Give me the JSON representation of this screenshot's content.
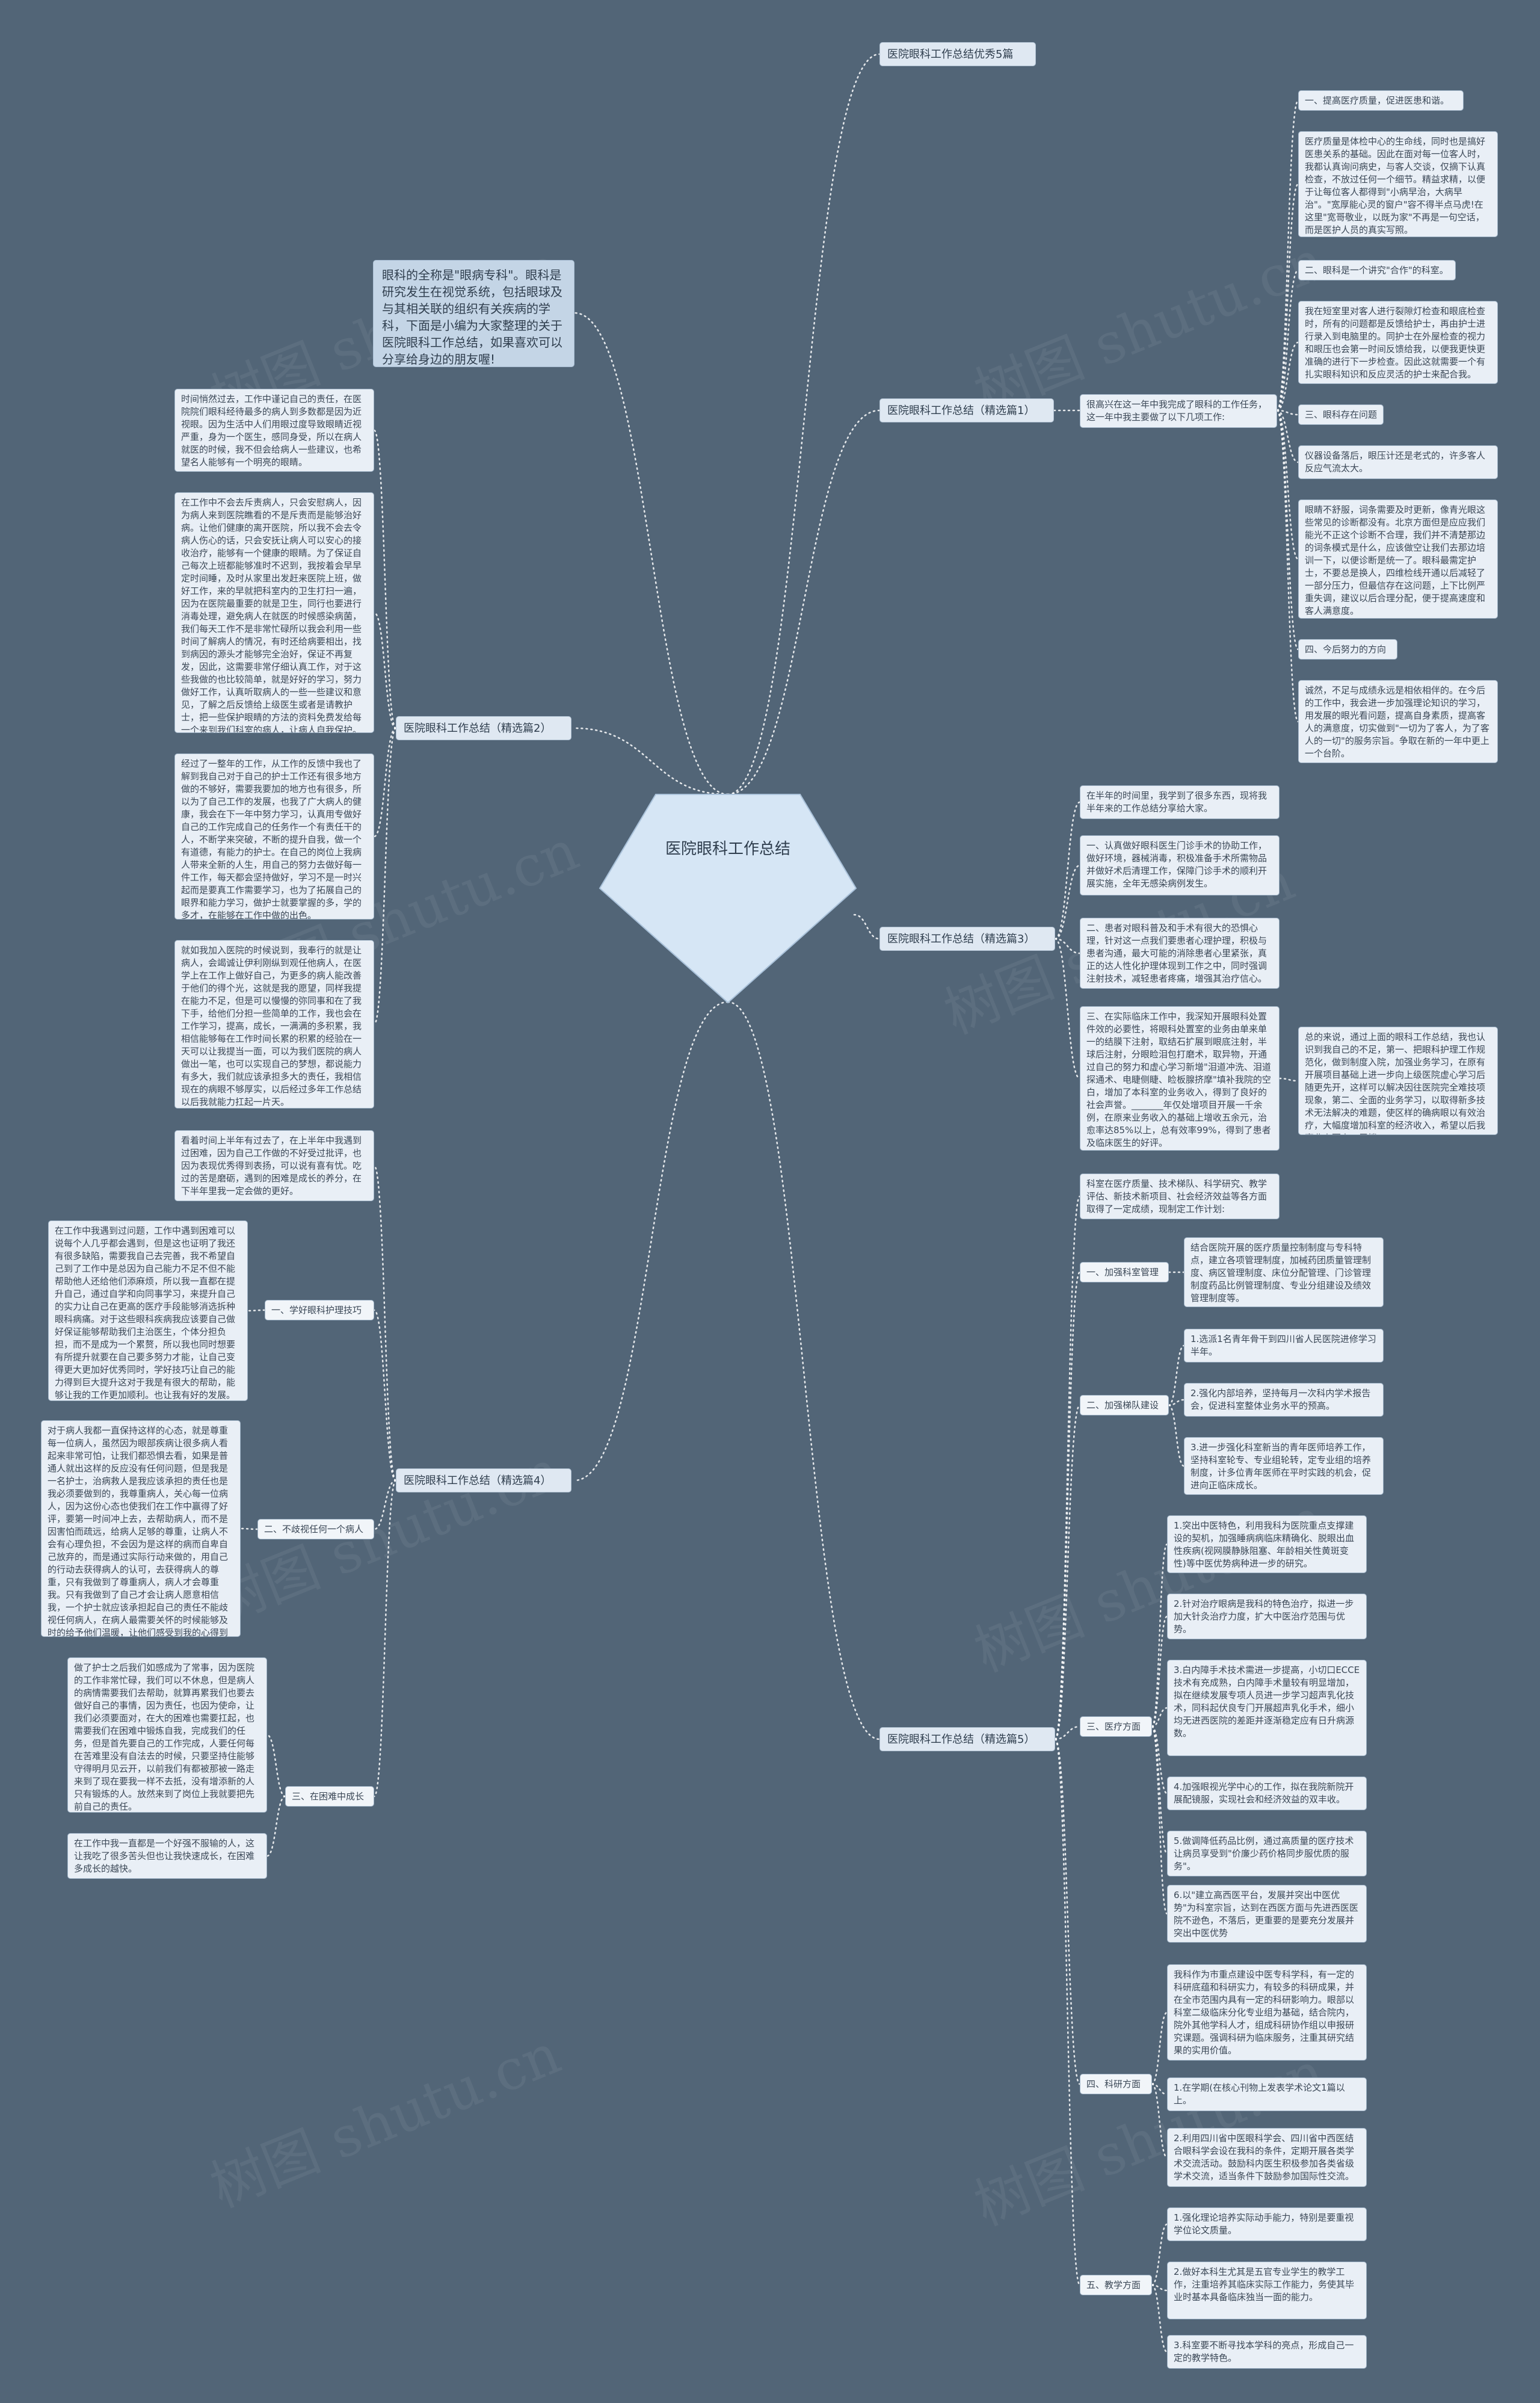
{
  "center": "医院眼科工作总结",
  "intro": "眼科的全称是\"眼病专科\"。眼科是研究发生在视觉系统，包括眼球及与其相关联的组织有关疾病的学科，下面是小编为大家整理的关于医院眼科工作总结，如果喜欢可以分享给身边的朋友喔!",
  "watermark": "树图 shutu.cn",
  "sections": [
    {
      "label": "医院眼科工作总结优秀5篇"
    },
    {
      "label": "医院眼科工作总结（精选篇1）"
    },
    {
      "label": "医院眼科工作总结（精选篇2）"
    },
    {
      "label": "医院眼科工作总结（精选篇3）"
    },
    {
      "label": "医院眼科工作总结（精选篇4）"
    },
    {
      "label": "医院眼科工作总结（精选篇5）"
    }
  ],
  "p1": {
    "intro": "很高兴在这一年中我完成了眼科的工作任务，这一年中我主要做了以下几项工作:",
    "items": [
      "一、提高医疗质量，促进医患和谐。",
      "医疗质量是体检中心的生命线，同时也是搞好医患关系的基础。因此在面对每一位客人时，我都认真询问病史，与客人交谈，仅摘下认真检查，不放过任何一个细节。精益求精，以便于让每位客人都得到\"小病早治，大病早治\"。\"宽厚能心灵的窗户\"容不得半点马虎!在这里\"宽哥敬业，以既为家\"不再是一句空话，而是医护人员的真实写照。",
      "二、眼科是一个讲究\"合作\"的科室。",
      "我在短室里对客人进行裂隙灯检查和眼底检查时，所有的问题都是反馈给护士，再由护士进行录入到电脑里的。同护士在外屋检查的视力和眼压也会第一时间反馈给我，以便我更快更准确的进行下一步检查。因此这就需要一个有扎实眼科知识和反应灵活的护士来配合我。",
      "三、眼科存在问题",
      "仪器设备落后，眼压计还是老式的，许多客人反应气流太大。",
      "眼睛不舒服，词条需要及时更新，像青光眼这些常见的诊断都没有。北京方面但是应应我们能光不正这个诊断不合理，我们并不清楚那边的词条模式是什么，应该做空让我们去那边培训一下，以便诊断是统一了。眼科最需定护士，不要总是换人，四维检线开通以后减轻了一部分压力，但最信存在这问题，上下比例严重失调，建议以后合理分配，便于提高速度和客人满意度。",
      "四、今后努力的方向",
      "诚然，不足与成绩永远是相依相伴的。在今后的工作中，我会进一步加强理论知识的学习，用发展的眼光看问题，提高自身素质，提高客人的满意度，切实做到\"一切为了客人，为了客人的一切\"的服务宗旨。争取在新的一年中更上一个台阶。"
    ]
  },
  "p2": {
    "items": [
      "时间悄然过去，工作中谨记自己的责任，在医院院们眼科经待最多的病人到多数都是因为近视眼。因为生活中人们用眼过度导致眼睛近视严重，身为一个医生，感同身受，所以在病人就医的时候，我不但会给病人一些建议，也希望名人能够有一个明亮的眼睛。",
      "在工作中不会去斥责病人，只会安慰病人，因为病人来到医院瞧看的不是斥责而是能够治好病。让他们健康的离开医院，所以我不会去令病人伤心的话，只会安抚让病人可以安心的接收治疗，能够有一个健康的眼睛。为了保证自己每次上班都能够准时不迟到，我按着会早早定时间睡，及时从家里出发赶来医院上班，做好工作，来的早就把科室内的卫生打扫一遍，因为在医院最重要的就是卫生，同行也要进行消毒处理，避免病人在就医的时候感染病菌，我们每天工作不是非常忙碌所以我会利用一些时间了解病人的情况，有时还给病要相出，找到病因的源头才能够完全治好，保证不再复发，因此，这需要非常仔细认真工作，对于这些我做的也比较简单，就是好好的学习，努力做好工作，认真听取病人的一些一些建议和意见，了解之后反馈给上级医生或者是请教护士，把一些保护眼睛的方法的资料免费发给每一个来到我们科室的病人，让病人自我保护。",
      "经过了一整年的工作，从工作的反馈中我也了解到我自己对于自己的护士工作还有很多地方做的不够好，需要我要加的地方也有很多，所以为了自己工作的发展，也我了广大病人的健康，我会在下一年中努力学习，认真用专做好自己的工作完成自己的任务作一个有责任干的人，不断学来突破，不断的提升自我，做一个有道德，有能力的护士。在自己的岗位上我病人带来全新的人生，用自己的努力去做好每一件工作，每天都会坚持做好，学习不是一时兴起而是要真工作需要学习，也为了拓展自己的眼界和能力学习，做护士就要掌握的多，学的多才，在能够在工作中做的出色。",
      "就如我加入医院的时候说到，我奉行的就是让病人，会竭诚让伊利刚纵到观任他病人，在医学上在工作上做好自己，为更多的病人能改善于他们的得个光，这就是我的愿望，同样我提在能力不足，但是可以慢慢的弥同事和在了我下手，给他们分担一些简单的工作，我也会在工作学习，提高，成长，一满满的多积累，我相信能够每在工作时间长累的积累的经验在一天可以让我提当一面，可以为我们医院的病人做出一笔，也可以实现自己的梦想，都说能力有多大，我们就应该承担多大的责任，我相信现在的病眼不够厚实，以后经过多年工作总结以后我就能力扛起一片天。"
    ]
  },
  "p3": {
    "items": [
      "在半年的时间里，我学到了很多东西，现将我半年来的工作总结分享给大家。",
      "一、认真做好眼科医生门诊手术的协助工作，做好环境，器械消毒，积极准备手术所需物品并做好术后清理工作，保障门诊手术的顺利开展实施，全年无感染病例发生。",
      "二、患者对眼科普及和手术有很大的恐惧心理，针对这一点我们要患者心理护理，积极与患者沟通，最大可能的消除患者心里紧张，真正的达人性化护理体现到工作之中，同时强调注射技术，减轻患者疼痛，增强其治疗信心。",
      "三、在实际临床工作中，我深知开展眼科处置件效的必要性，将眼科处置室的业务由单来单一的结膜下注射，取结石扩展到眼底注射，半球后注射，分眼睑泪包打磨术，取异物，开通过自己的努力和虚心学习新增\"泪道冲洗、泪道探通术、电睫侧睫、睑板腺挤摩\"填补我院的空白，增加了本科室的业务收入，得到了良好的社会声誉。_______年仅处增项目开展一千余例，在原来业务收入的基础上增收五余元，治愈率达85%以上，总有效率99%，得到了患者及临床医生的好评。",
      "总的来说，通过上面的眼科工作总结，我也认识到我自己的不足，第一、把眼科护理工作规范化，做到制度入院，加强业务学习，在原有开展项目基础上进一步向上级医院虚心学习后随更先开，这样可以解决因往医院完全难技项现象，第二、全面的业务学习，以取得新多技术无法解决的难题，使区样的确病眼以有效治疗，大幅度增加科室的经济收入，希望以后我事业上更上一层楼。"
    ]
  },
  "p4": {
    "lead": "看着时间上半年有过去了，在上半年中我遇到过困难，因为自己工作做的不好受过批评，也因为表现优秀得到表扬，可以说有喜有忧。吃过的苦是磨砺，遇到的困难是成长的养分，在下半年里我一定会做的更好。",
    "subs": [
      {
        "label": "一、学好眼科护理技巧",
        "text": "在工作中我遇到过问题，工作中遇到困难可以说每个人几乎都会遇到，但是这也证明了我还有很多缺陷，需要我自己去完善，我不希望自己到了工作中是总因为自己能力不足不但不能帮助他人还给他们添麻烦，所以我一直都在提升自己，通过自学和向同事学习，来提升自己的实力让自己在更高的医疗手段能够消选拆种眼科病痛。对于这些眼科疾病我应该要自己做好保证能够帮助我们主治医生，个体分担负担，而不是成为一个累赘，所以我也同时想要有所提升就要在自己要多努力才能，让自己变得更大更加好优秀同时，学好技巧让自己的能力得到巨大提升这对于我是有很大的帮助，能够让我的工作更加顺利。也让我有好的发展。"
      },
      {
        "label": "二、不歧视任何一个病人",
        "text": "对于病人我都一直保持这样的心态，就是尊重每一位病人，虽然因为眼部疾病让很多病人看起来非常可怕，让我们都恐惧去看，如果是普通人就出这样的反应没有任何问题，但是我是一名护士，治病救人是我应该承担的责任也是我必须要做到的，我尊重病人，关心每一位病人，因为这份心态也使我们在工作中赢得了好评，要第一时间冲上去，去帮助病人，而不是因害怕而疏远，给病人足够的尊重，让病人不会有心理负担，不会因为是这样的病而自卑自己放弃的，而是通过实际行动来做的，用自己的行动去获得病人的认可，去获得病人的尊重，只有我做到了尊重病人，病人才会尊重我。只有我做到了自己才会让病人愿意相信我，一个护士就应该承担起自己的责任不能歧视任何病人，在病人最需要关怀的时候能够及时的给予他们温暖，让他们感受到我的心得到安抚，让他们自些也能力，让他们在我一个医护人员应该做的事情。"
      },
      {
        "label": "三、在困难中成长",
        "text": "做了护士之后我们如感成为了常事，因为医院的工作非常忙碌，我们可以不休息，但是病人的病情需要我们去帮助，就算再累我们也要去做好自己的事情，因为责任，也因为使命，让我们必须要面对，在大的困难也需要扛起，也需要我们在困难中锻炼自我，完成我们的任务，但是首先要自己的工作完成，人要任何每在苦难里没有自法去的时候，只要坚持住能够守得明月见云开，以前我们有都被那被一路走来到了现在要我一样不去抵，没有增添新的人只有锻炼的人。放然来到了岗位上我就要把先前自己的责任。"
      },
      {
        "label": "",
        "text": "在工作中我一直都是一个好强不服输的人，这让我吃了很多苦头但也让我快速成长，在困难多成长的越快。"
      }
    ]
  },
  "p5": {
    "lead": "科室在医疗质量、技术梯队、科学研究、教学评估、新技术新项目、社会经济效益等各方面取得了一定成绩，现制定工作计划:",
    "subs": [
      {
        "label": "一、加强科室管理",
        "items": [
          "结合医院开展的医疗质量控制制度与专科特点，建立各项管理制度，加械药团质量管理制度、病区管理制度、床位分配管理、门诊管理制度药品比例管理制度、专业分组建设及绩效管理制度等。"
        ]
      },
      {
        "label": "二、加强梯队建设",
        "items": [
          "1.选派1名青年骨干到四川省人民医院进修学习半年。",
          "2.强化内部培养，坚持每月一次科内学术报告会，促进科室整体业务水平的预高。",
          "3.进一步强化科室新当的青年医师培养工作，坚持科室轮专、专业组轮转，定专业组的培养制度，计多位青年医师在平时实践的机会，促进向正临床成长。"
        ]
      },
      {
        "label": "三、医疗方面",
        "items": [
          "1.突出中医特色，利用我科为医院重点支撑建设的契机，加强睡病病临床精确化、脱眼出血性疾病(视网膜静脉阻塞、年龄相关性黄斑变性)等中医优势病种进一步的研究。",
          "2.针对治疗眼病是我科的特色治疗，拟进一步加大针灸治疗力度，扩大中医治疗范围与优势。",
          "3.白内障手术技术需进一步提高，小切口ECCE技术有充成熟，白内障手术量较有明显增加，拟在继续发展专项人员进一步学习超声乳化技术，同科起伏良专门开展超声乳化手术，细小均无进西医院的差距并逐渐稳定应有日升病源数。",
          "4.加强眼视光学中心的工作，拟在我院新院开展配镜服，实现社会和经济效益的双丰收。",
          "5.做调降低药品比例，通过高质量的医疗技术让病员享受到\"价廉少药价格同步服优质的服务\"。",
          "6.以\"建立高西医平台，发展并突出中医优势\"为科室宗旨，达到在西医方面与先进西医医院不逊色，不落后，更重要的是要充分发展并突出中医优势"
        ]
      },
      {
        "label": "四、科研方面",
        "items": [
          "我科作为市重点建设中医专科学科，有一定的科研底蕴和科研实力，有较多的科研成果，并在全市范围内具有一定的科研影响力。眼部以科室二级临床分化专业组为基础，结合院内，院外其他学科人才，组成科研协作组以申报研究课题。强调科研为临床服务，注重其研究结果的实用价值。",
          "1.在学期(在核心刊物上发表学术论文1篇以上。",
          "2.利用四川省中医眼科学会、四川省中西医结合眼科学会设在我科的条件，定期开展各类学术交流活动。鼓励科内医生积极参加各类省级学术交流，适当条件下鼓励参加国际性交流。"
        ]
      },
      {
        "label": "五、教学方面",
        "items": [
          "1.强化理论培养实际动手能力，特别是要重视学位论文质量。",
          "2.做好本科生尤其是五官专业学生的教学工作，注重培养其临床实际工作能力，务使其毕业时基本具备临床独当一面的能力。",
          "3.科室要不断寻找本学科的亮点，形成自己一定的教学特色。"
        ]
      }
    ]
  }
}
